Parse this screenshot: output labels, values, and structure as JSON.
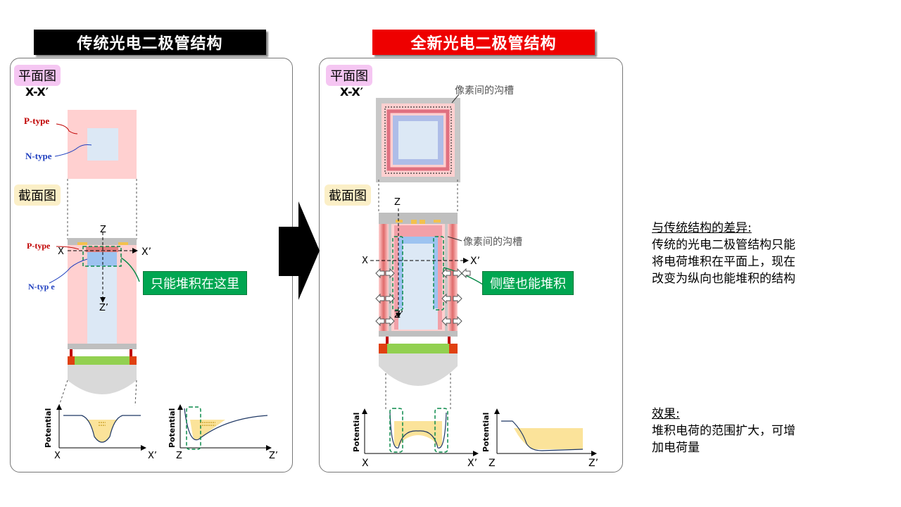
{
  "left": {
    "title": "传统光电二极管结构",
    "plan_label": "平面图",
    "plan_sub": "X-X′",
    "section_label": "截面图",
    "p_type": "P-type",
    "n_type": "N-type",
    "p_type2": "P-type",
    "n_type2": "N-typ e",
    "axis_z": "Z",
    "axis_x": "X",
    "axis_xp": "X’",
    "axis_zp": "Z’",
    "callout": "只能堆积在这里",
    "graph1": {
      "ylabel": "Potential",
      "x0": "X",
      "x1": "X’"
    },
    "graph2": {
      "ylabel": "Potential",
      "x0": "Z",
      "x1": "Z’"
    }
  },
  "right": {
    "title": "全新光电二极管结构",
    "plan_label": "平面图",
    "plan_sub": "X-X′",
    "trench_label_top": "像素间的沟槽",
    "section_label": "截面图",
    "trench_label_mid": "像素间的沟槽",
    "axis_z": "Z",
    "axis_x": "X",
    "axis_xp": "X’",
    "axis_zp": "Z’",
    "callout": "侧壁也能堆积",
    "graph1": {
      "ylabel": "Potential",
      "x0": "X",
      "x1": "X’"
    },
    "graph2": {
      "ylabel": "Potential",
      "x0": "Z",
      "x1": "Z’"
    }
  },
  "notes": {
    "diff_heading": "与传统结构的差异:",
    "diff_lines": [
      "传统的光电二极管结构只能",
      "将电荷堆积在平面上，现在",
      "改变为纵向也能堆积的结构"
    ],
    "effect_heading": "效果:",
    "effect_lines": [
      "堆积电荷的范围扩大，可增",
      "加电荷量"
    ]
  },
  "colors": {
    "p_type": "#ffd0d0",
    "n_type": "#dce8f5",
    "n_core": "#9dc3f0",
    "trench_gray": "#c8c8c8",
    "callout_green": "#00a651",
    "title_red": "#ee0000",
    "charge_fill": "#fbe39a",
    "color_filter": "#92d050",
    "lens": "#d9d9d9"
  }
}
